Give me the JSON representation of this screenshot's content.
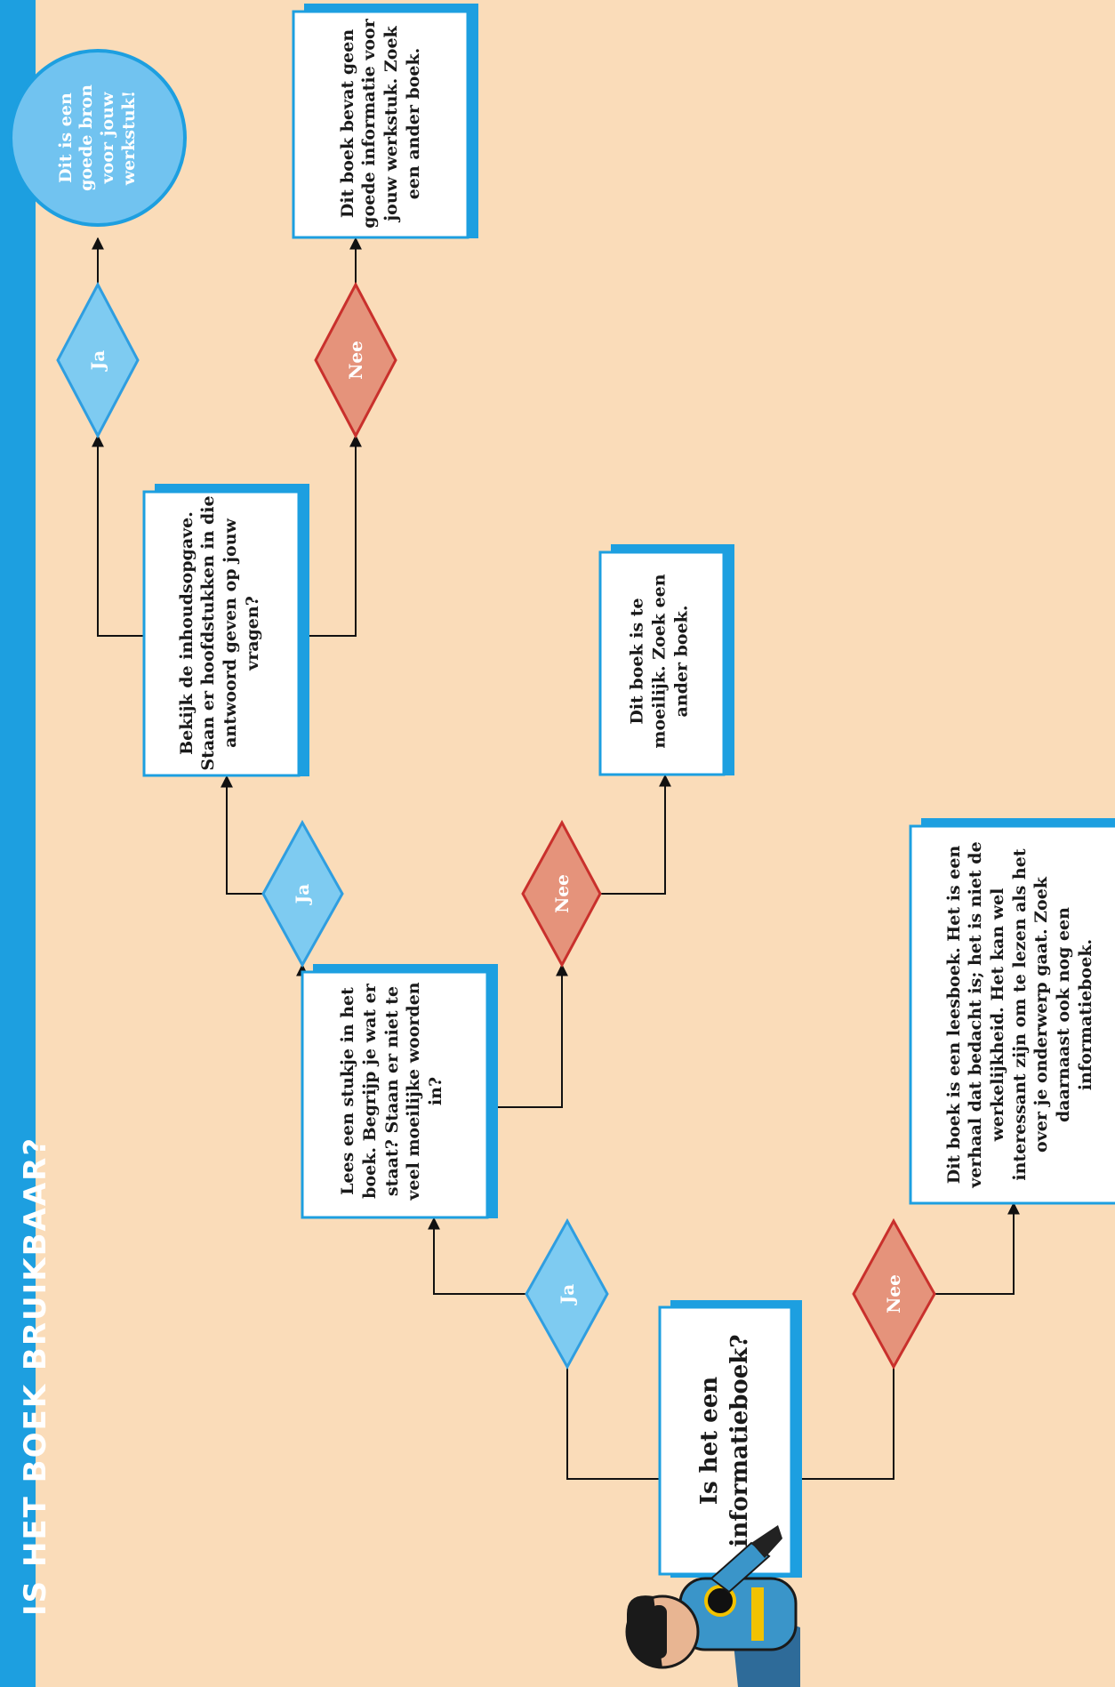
{
  "title": "IS HET BOEK BRUIKBAAR?",
  "colors": {
    "background": "#fadcb9",
    "accent_blue": "#1d9fe0",
    "ja_fill": "#7ecbf1",
    "ja_stroke": "#2f9ee0",
    "nee_fill": "#e5937b",
    "nee_stroke": "#c9302c",
    "circle_fill": "#71c3f0"
  },
  "boxes": {
    "start": "Is het een informatieboek?",
    "read": "Lees een stukje in het boek. Begrijp je wat er staat? Staan er niet te veel moeilijke woorden in?",
    "toc": "Bekijk de inhoudsopgave. Staan er hoofdstukken in die antwoord geven op jouw vragen?",
    "too_hard": "Dit boek is te moeilijk. Zoek een ander boek.",
    "no_info": "Dit boek bevat geen goede informatie voor jouw werkstuk. Zoek een ander boek.",
    "storybook": "Dit boek is een leesboek. Het is een verhaal dat bedacht is; het is niet de werkelijkheid. Het kan wel interessant zijn om te lezen als het over je onderwerp gaat. Zoek daarnaast ook nog een informatieboek."
  },
  "diamonds": {
    "yes_label": "Ja",
    "no_label": "Nee"
  },
  "result": "Dit is een goede bron voor jouw werkstuk!",
  "mascot": "superhero-mascot"
}
